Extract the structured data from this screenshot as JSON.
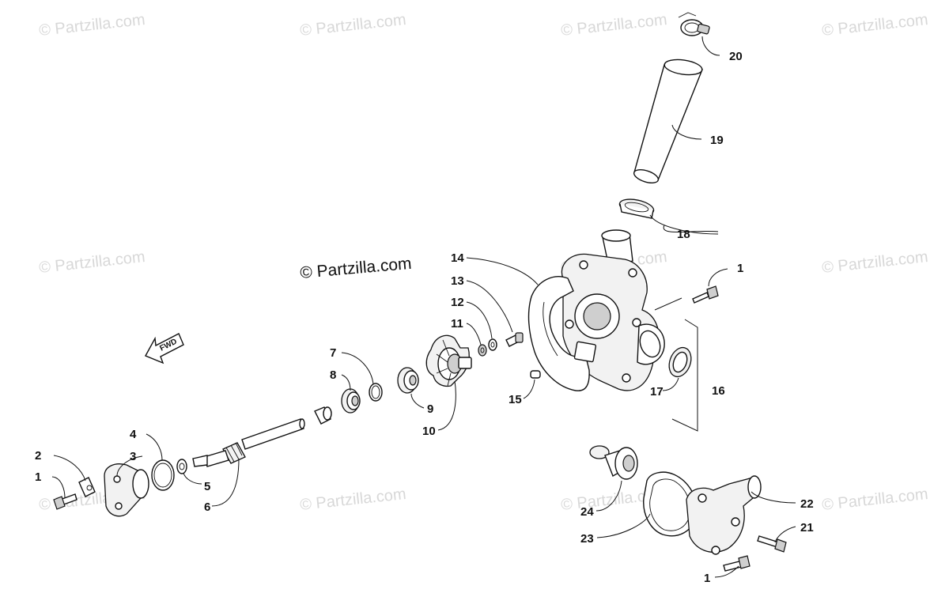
{
  "watermarks": [
    "© Partzilla.com",
    "© Partzilla.com",
    "© Partzilla.com",
    "© Partzilla.com",
    "© Partzilla.com",
    "© Partzilla.com",
    "© Partzilla.com",
    "© Partzilla.com",
    "© Partzilla.com",
    "© Partzilla.com",
    "© Partzilla.com"
  ],
  "main_watermark": "© Partzilla.com",
  "direction_label": "FWD",
  "callouts": [
    "1",
    "2",
    "3",
    "4",
    "5",
    "6",
    "7",
    "8",
    "9",
    "10",
    "11",
    "12",
    "13",
    "14",
    "15",
    "16",
    "17",
    "18",
    "19",
    "20",
    "21",
    "22",
    "23",
    "24",
    "1",
    "1"
  ]
}
